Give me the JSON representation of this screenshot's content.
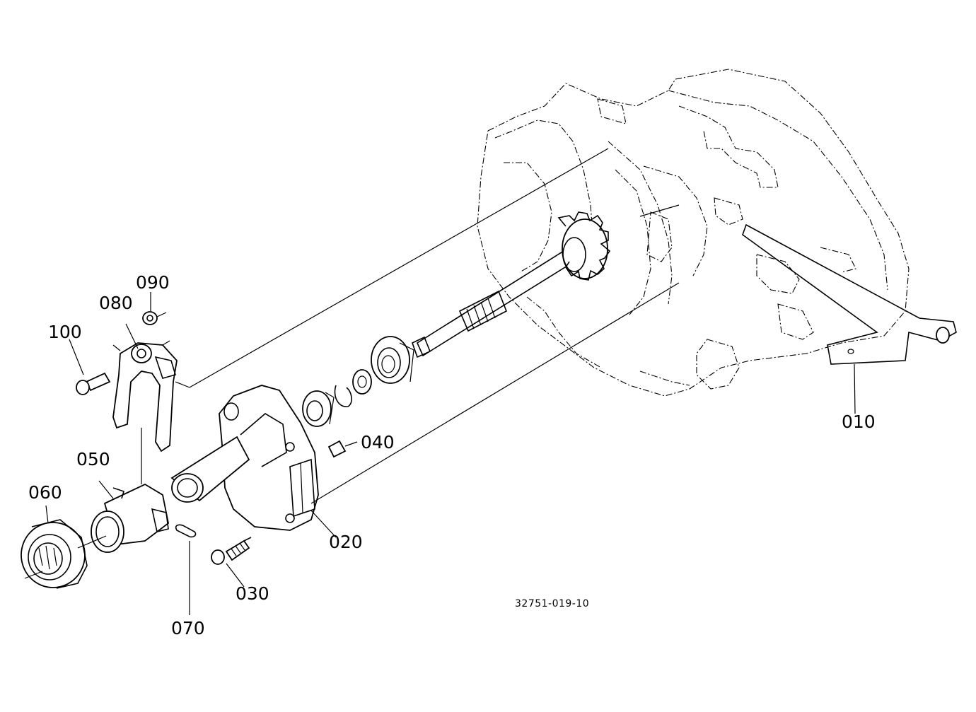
{
  "diagram": {
    "reference_code": "32751-019-10",
    "part_callouts": [
      {
        "id": "010"
      },
      {
        "id": "020"
      },
      {
        "id": "030"
      },
      {
        "id": "040"
      },
      {
        "id": "050"
      },
      {
        "id": "060"
      },
      {
        "id": "070"
      },
      {
        "id": "080"
      },
      {
        "id": "090"
      },
      {
        "id": "100"
      }
    ]
  }
}
